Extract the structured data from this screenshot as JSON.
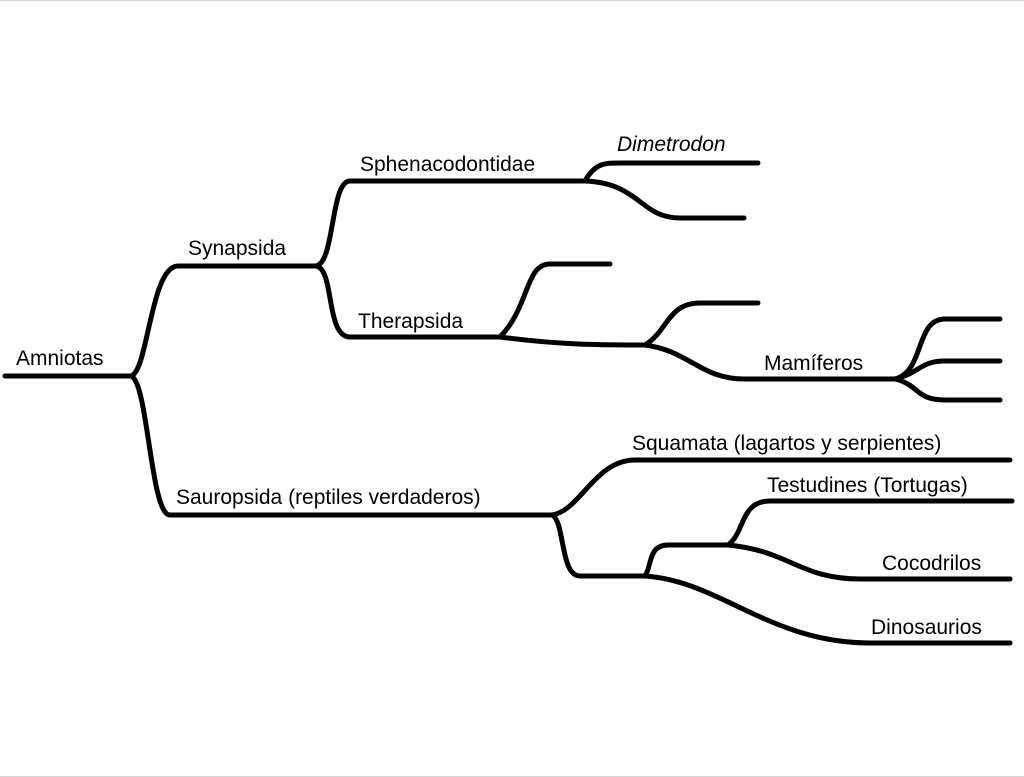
{
  "diagram": {
    "type": "phylogenetic-tree",
    "line_color": "#000000",
    "background": "#ffffff",
    "labels": {
      "root": "Amniotas",
      "synapsida": "Synapsida",
      "sphenacodontidae": "Sphenacodontidae",
      "dimetrodon": "Dimetrodon",
      "therapsida": "Therapsida",
      "mamiferos": "Mamíferos",
      "sauropsida": "Sauropsida (reptiles verdaderos)",
      "squamata": "Squamata (lagartos y serpientes)",
      "testudines": "Testudines (Tortugas)",
      "cocodrilos": "Cocodrilos",
      "dinosaurios": "Dinosaurios"
    }
  }
}
